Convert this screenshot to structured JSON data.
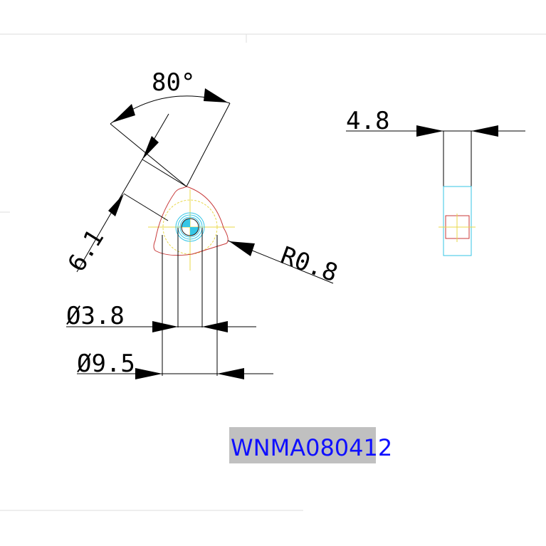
{
  "dimensions": {
    "angle": "80°",
    "length": "6.1",
    "radius": "R0.8",
    "hole_diameter": "Ø3.8",
    "inscribed_diameter": "Ø9.5",
    "thickness": "4.8"
  },
  "title": {
    "text": "WNMA080412",
    "text_color": "#1010ff",
    "background_color": "#c0c0c0"
  },
  "colors": {
    "outline": "#c83a3a",
    "centerline": "#e8d84a",
    "hole": "#35c6e6",
    "dimension": "#000000"
  }
}
